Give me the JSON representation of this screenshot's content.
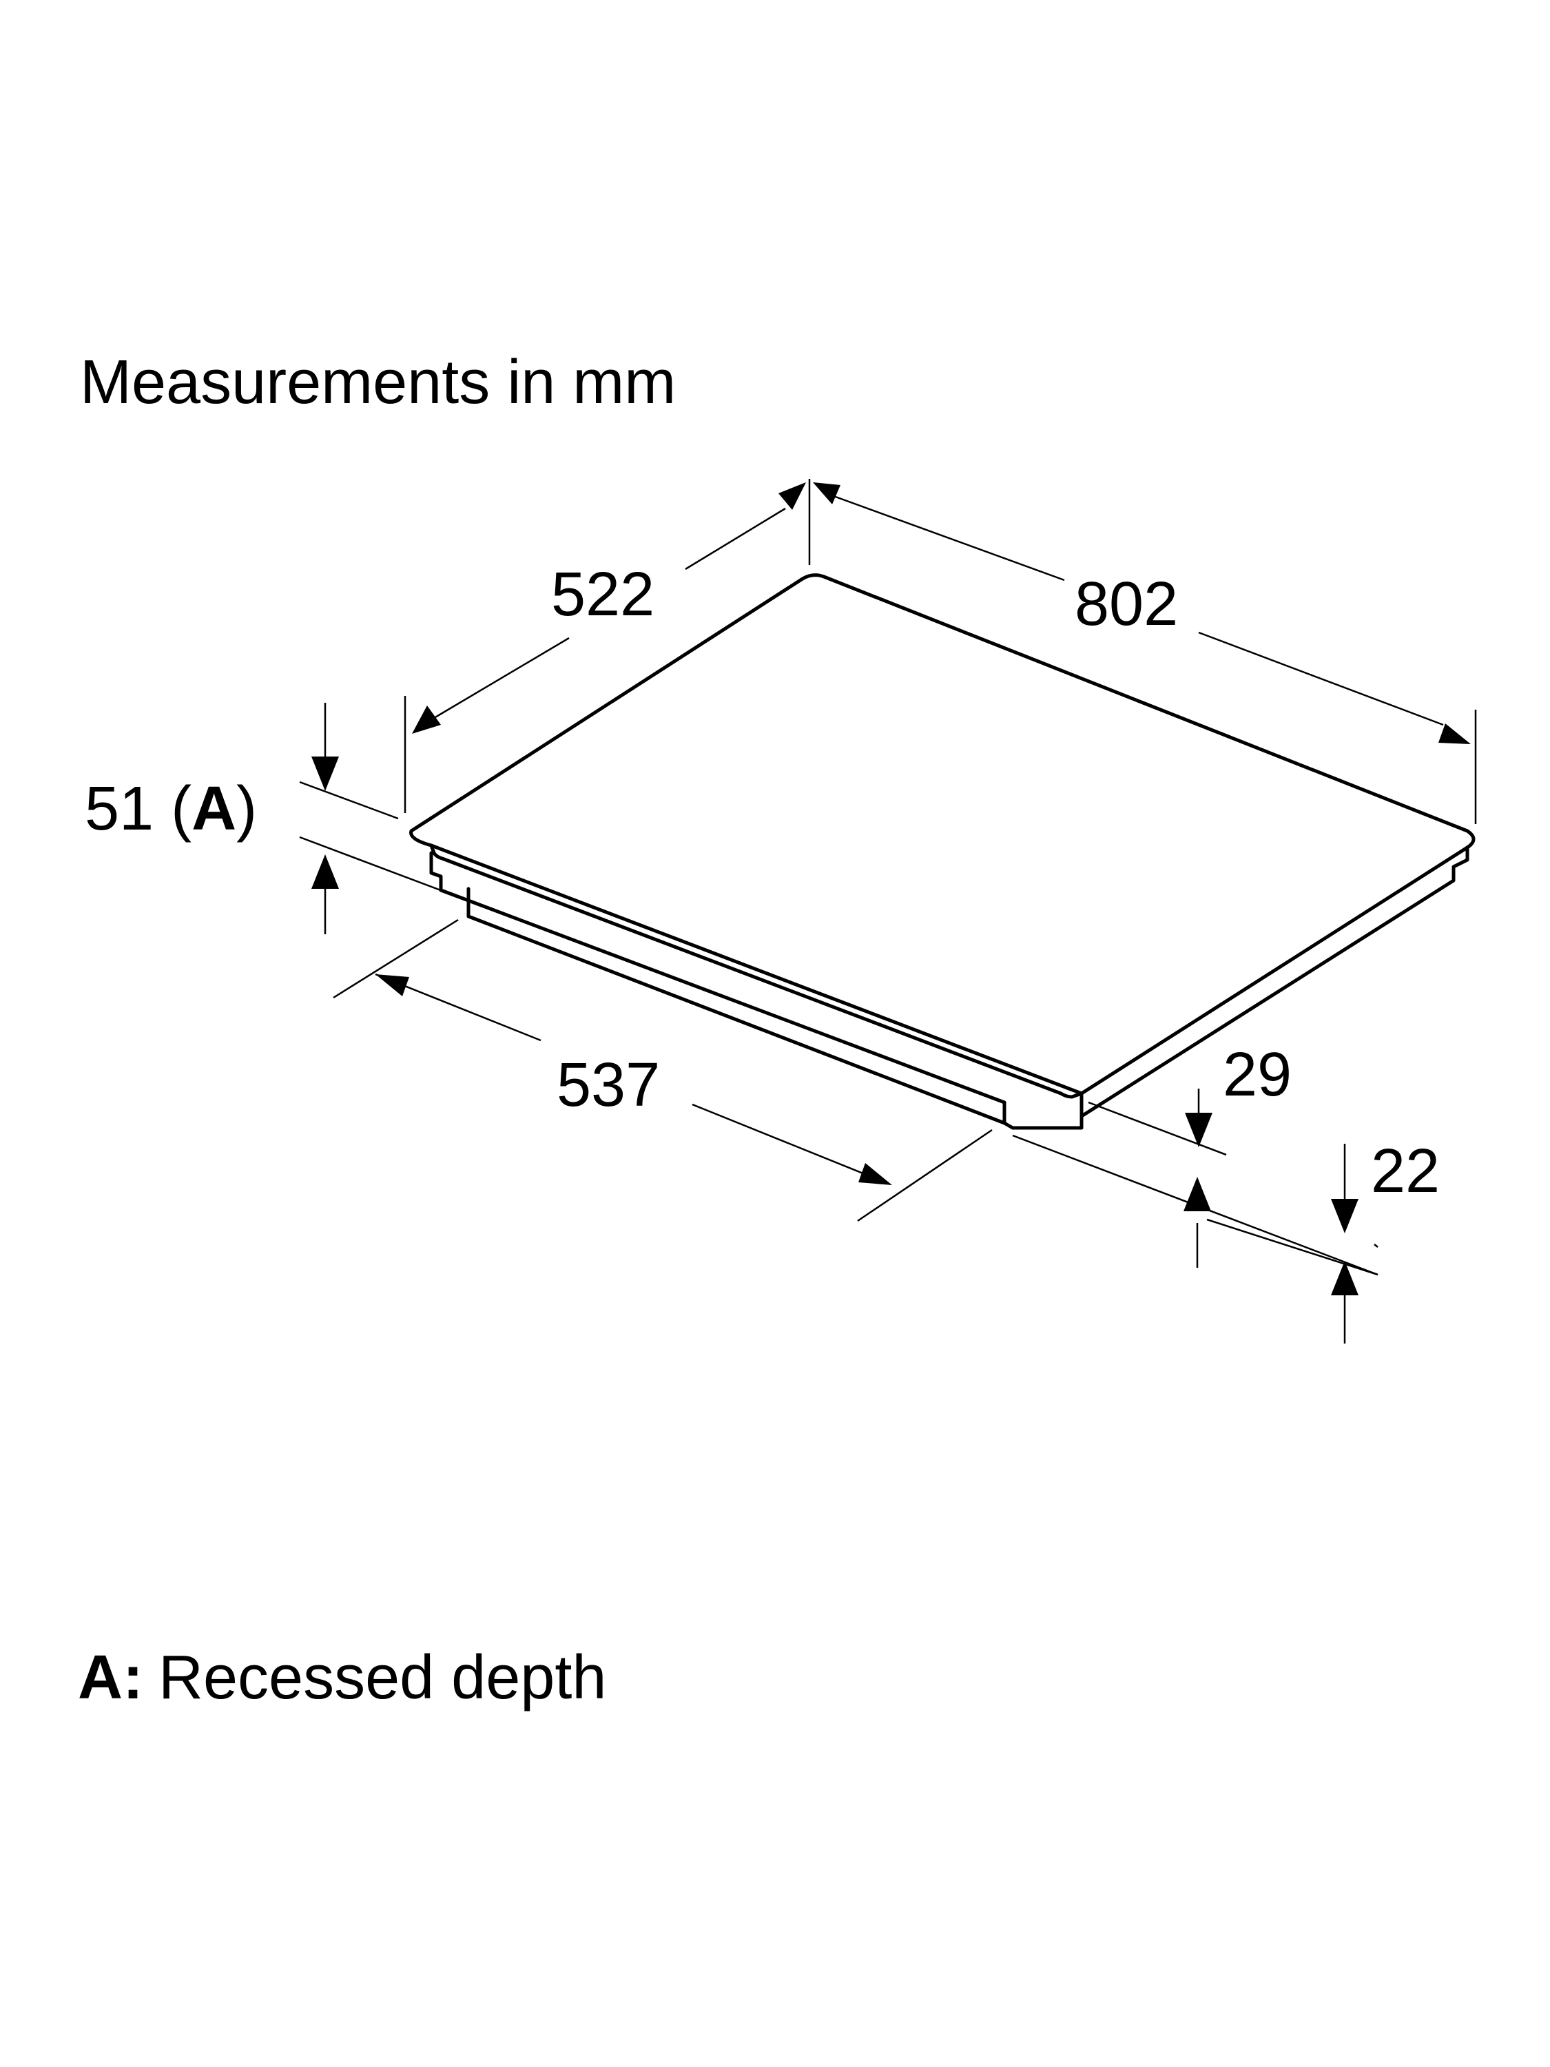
{
  "heading": "Measurements in mm",
  "dimensions": {
    "depth_top": "522",
    "width_top": "802",
    "recess_value": "51 (",
    "recess_letter": "A",
    "recess_close": ")",
    "cutout_depth": "537",
    "glass_thickness": "29",
    "frame_offset": "22"
  },
  "legend": {
    "key": "A:",
    "text": "Recessed depth"
  },
  "colors": {
    "line": "#000000",
    "background": "#ffffff"
  }
}
